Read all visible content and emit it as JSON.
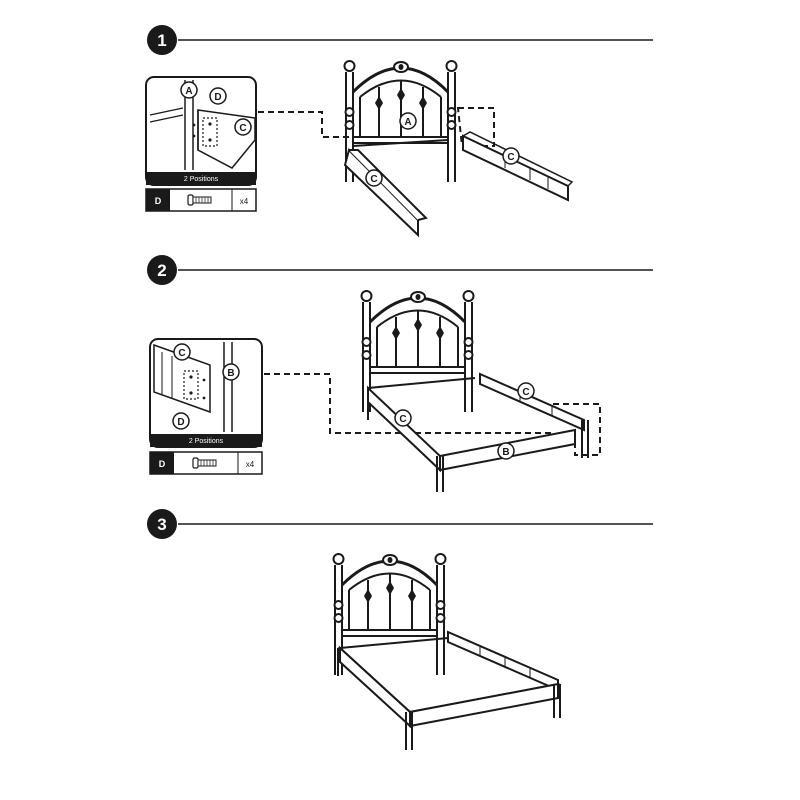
{
  "steps": [
    {
      "number": "1",
      "detail_labels": {
        "headboard": "A",
        "screw": "D",
        "rail": "C"
      },
      "detail_caption": "2 Positions",
      "part": {
        "id": "D",
        "qty": "x4"
      },
      "main_labels": {
        "headboard": "A",
        "left_rail": "C",
        "right_rail": "C"
      }
    },
    {
      "number": "2",
      "detail_labels": {
        "rail": "C",
        "footboard": "B",
        "screw": "D"
      },
      "detail_caption": "2 Positions",
      "part": {
        "id": "D",
        "qty": "x4"
      },
      "main_labels": {
        "left_rail": "C",
        "right_rail": "C",
        "footboard": "B"
      }
    },
    {
      "number": "3"
    }
  ],
  "colors": {
    "ink": "#1a1a1a",
    "paper": "#ffffff",
    "caption_bar": "#1a1a1a",
    "caption_text": "#ffffff"
  }
}
